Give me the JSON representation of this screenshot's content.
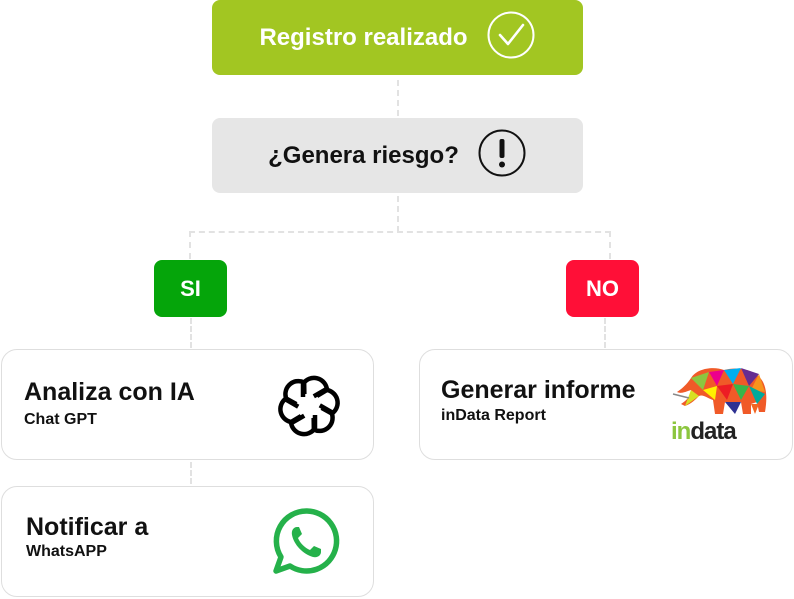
{
  "flow": {
    "start": {
      "label": "Registro realizado",
      "icon": "check-circle-icon",
      "color": "#a2c622"
    },
    "decision": {
      "label": "¿Genera riesgo?",
      "icon": "exclamation-circle-icon",
      "color": "#e6e6e6"
    },
    "branches": {
      "yes": {
        "label": "SI",
        "color": "#05a50a"
      },
      "no": {
        "label": "NO",
        "color": "#ff0f37"
      }
    },
    "steps": {
      "analyze": {
        "title": "Analiza con IA",
        "subtitle": "Chat GPT",
        "icon": "openai-logo-icon"
      },
      "notify": {
        "title": "Notificar a",
        "subtitle": "WhatsAPP",
        "icon": "whatsapp-icon",
        "icon_color": "#25b14a"
      },
      "report": {
        "title": "Generar informe",
        "subtitle": "inData Report",
        "icon": "indata-elephant-logo",
        "logo_text": "indata",
        "logo_prefix": "in",
        "logo_suffix": "data"
      }
    }
  }
}
